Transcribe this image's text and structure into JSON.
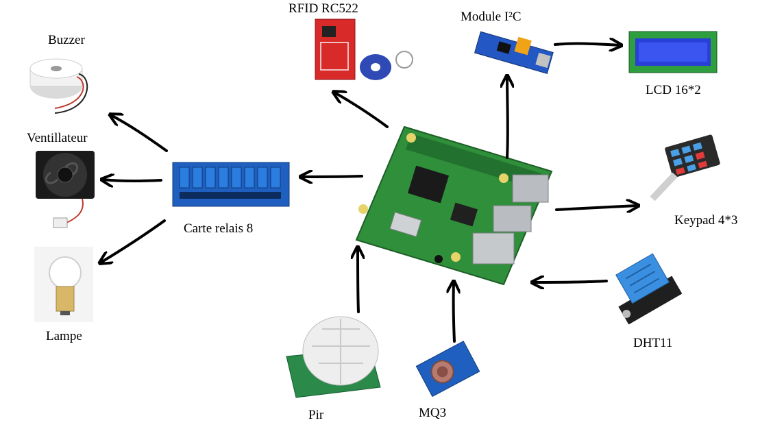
{
  "diagram": {
    "nodes": {
      "rfid": "RFID RC522",
      "i2c": "Module I²C",
      "lcd": "LCD 16*2",
      "buzzer": "Buzzer",
      "fan": "Ventillateur",
      "relay": "Carte relais 8",
      "keypad": "Keypad 4*3",
      "lamp": "Lampe",
      "dht": "DHT11",
      "pir": "Pir",
      "mq3": "MQ3"
    },
    "edges": [
      [
        "raspberry-pi",
        "rfid"
      ],
      [
        "raspberry-pi",
        "i2c"
      ],
      [
        "i2c",
        "lcd"
      ],
      [
        "raspberry-pi",
        "relay"
      ],
      [
        "relay",
        "buzzer"
      ],
      [
        "relay",
        "fan"
      ],
      [
        "relay",
        "lamp"
      ],
      [
        "raspberry-pi",
        "keypad"
      ],
      [
        "dht",
        "raspberry-pi"
      ],
      [
        "pir",
        "raspberry-pi"
      ],
      [
        "mq3",
        "raspberry-pi"
      ]
    ],
    "colors": {
      "board_green": "#2f8f3a",
      "relay_blue": "#1f5fbf",
      "rfid_red": "#d92a2a",
      "dht_blue": "#3b8fe0",
      "lcd_screen": "#2a3fd6",
      "arrow": "#000000"
    }
  }
}
